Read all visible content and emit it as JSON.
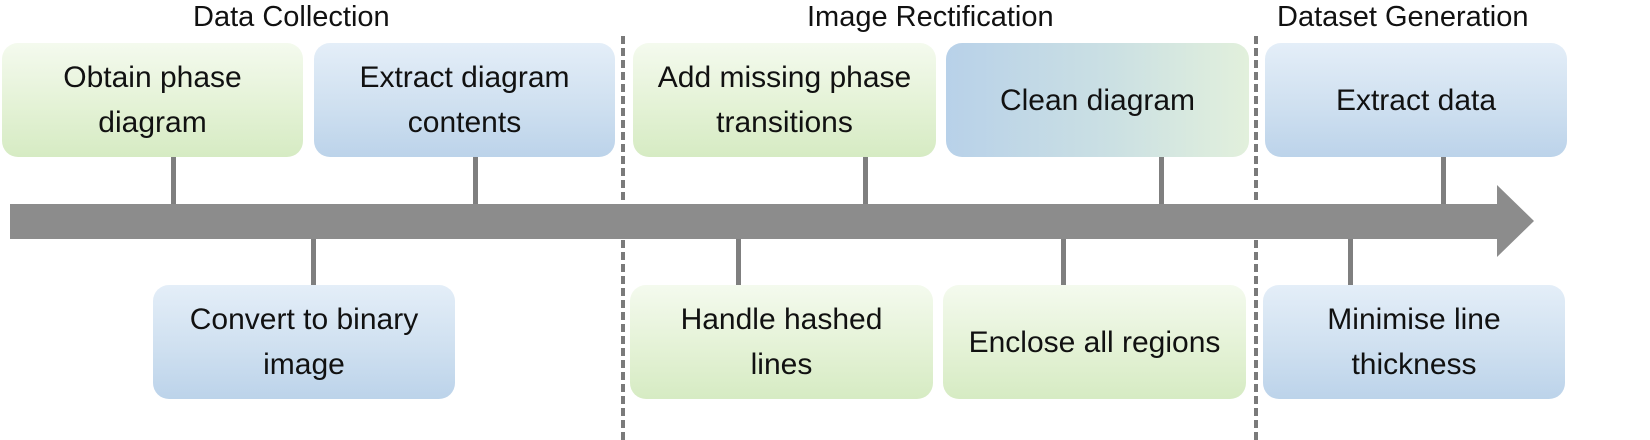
{
  "sections": {
    "data_collection": "Data Collection",
    "image_rectification": "Image Rectification",
    "dataset_generation": "Dataset Generation"
  },
  "steps": {
    "obtain": "Obtain phase\ndiagram",
    "extract_contents": "Extract diagram\ncontents",
    "convert": "Convert to binary\nimage",
    "add_transitions": "Add missing phase\ntransitions",
    "clean": "Clean diagram",
    "hashed": "Handle hashed\nlines",
    "enclose": "Enclose all regions",
    "extract_data": "Extract data",
    "minimise": "Minimise line\nthickness"
  },
  "colors": {
    "arrow": "#8c8c8c",
    "stem": "#7f7f7f",
    "divider": "#7a7a7a",
    "green_box": "#e4f2d6",
    "blue_box": "#cfe0f0"
  }
}
